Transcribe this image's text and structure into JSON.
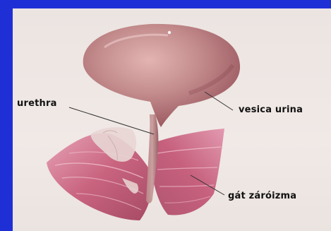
{
  "labels": {
    "urethra": "urethra",
    "vesica_urina": "vesica urina",
    "gat_zaroizma": "gát záróizma"
  },
  "colors": {
    "background_border": "#1f2fd6",
    "illustration_bg": "#ece4e1",
    "bladder": "#b9787b",
    "muscle": "#c86a86",
    "label_text": "#111111"
  }
}
